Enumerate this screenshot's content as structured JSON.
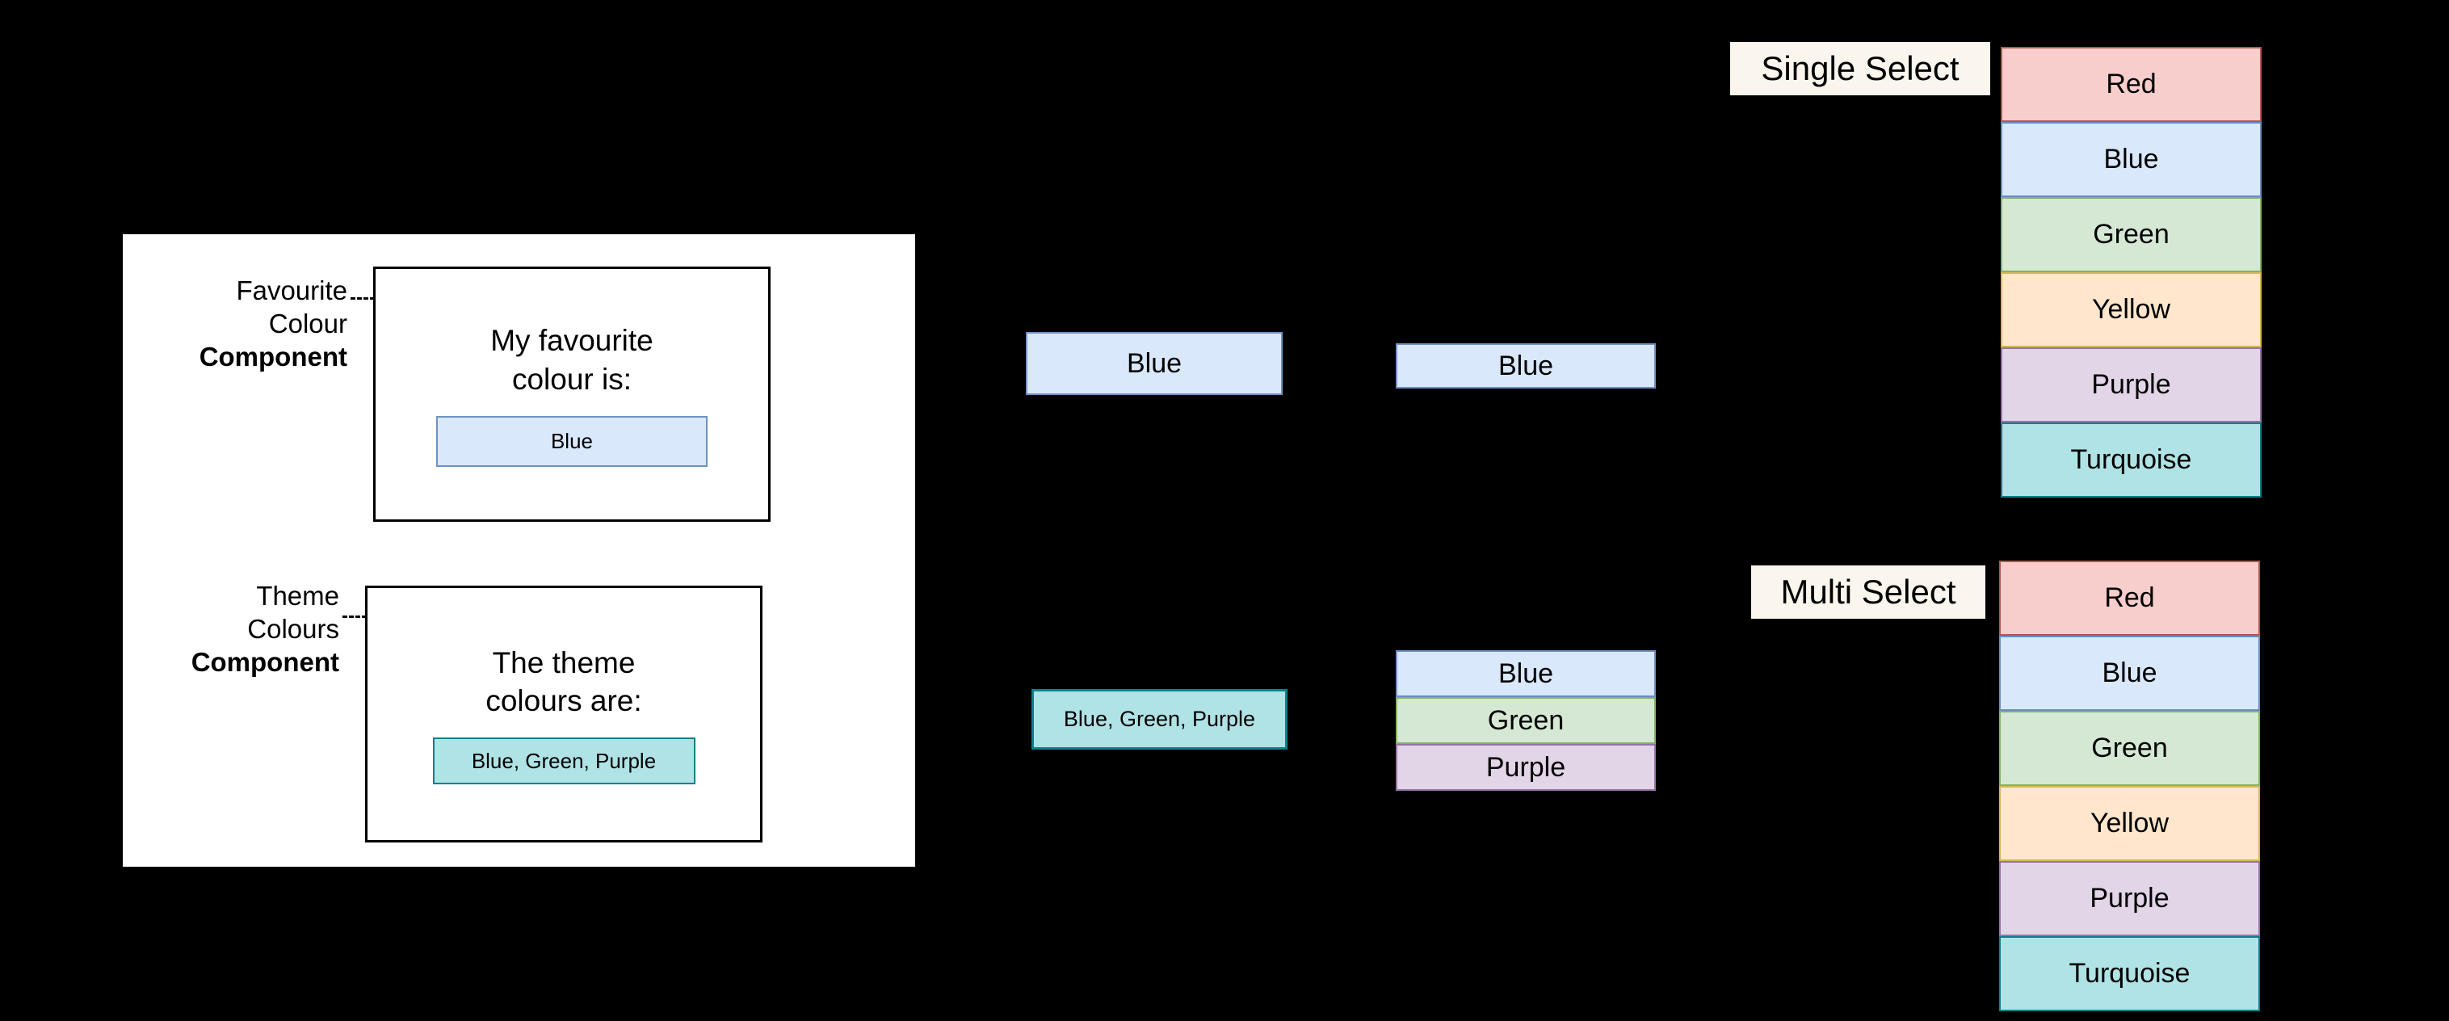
{
  "components": {
    "favourite_colour": {
      "label_lines": [
        "Favourite",
        "Colour"
      ],
      "label_bold": "Component",
      "prompt": "My favourite\ncolour is:",
      "value": "Blue"
    },
    "theme_colours": {
      "label_lines": [
        "Theme",
        "Colours"
      ],
      "label_bold": "Component",
      "prompt": "The theme\ncolours are:",
      "value": "Blue, Green, Purple"
    }
  },
  "bound_values": {
    "single": "Blue",
    "multi": "Blue, Green, Purple"
  },
  "emitted_values": {
    "single": "Blue",
    "multi": [
      {
        "label": "Blue",
        "swatch": "blue"
      },
      {
        "label": "Green",
        "swatch": "green"
      },
      {
        "label": "Purple",
        "swatch": "purple"
      }
    ]
  },
  "selectors": [
    {
      "title": "Single Select",
      "options": [
        {
          "label": "Red",
          "swatch": "red"
        },
        {
          "label": "Blue",
          "swatch": "blue"
        },
        {
          "label": "Green",
          "swatch": "green"
        },
        {
          "label": "Yellow",
          "swatch": "yellow"
        },
        {
          "label": "Purple",
          "swatch": "purple"
        },
        {
          "label": "Turquoise",
          "swatch": "turq"
        }
      ]
    },
    {
      "title": "Multi Select",
      "options": [
        {
          "label": "Red",
          "swatch": "red"
        },
        {
          "label": "Blue",
          "swatch": "blue"
        },
        {
          "label": "Green",
          "swatch": "green"
        },
        {
          "label": "Yellow",
          "swatch": "yellow"
        },
        {
          "label": "Purple",
          "swatch": "purple"
        },
        {
          "label": "Turquoise",
          "swatch": "turq"
        }
      ]
    }
  ],
  "palette": {
    "canvas_background": "#000000",
    "panel_background": "#ffffff",
    "title_background": "#faf6ee",
    "red_fill": "#f8cecc",
    "red_stroke": "#b85450",
    "blue_fill": "#dae8fc",
    "blue_stroke": "#6c8ebf",
    "green_fill": "#d5e8d4",
    "green_stroke": "#82b366",
    "yellow_fill": "#ffe6cc",
    "yellow_stroke": "#d6b656",
    "purple_fill": "#e1d5e7",
    "purple_stroke": "#9673a6",
    "turquoise_fill": "#b0e3e6",
    "turquoise_stroke": "#0e8088"
  }
}
